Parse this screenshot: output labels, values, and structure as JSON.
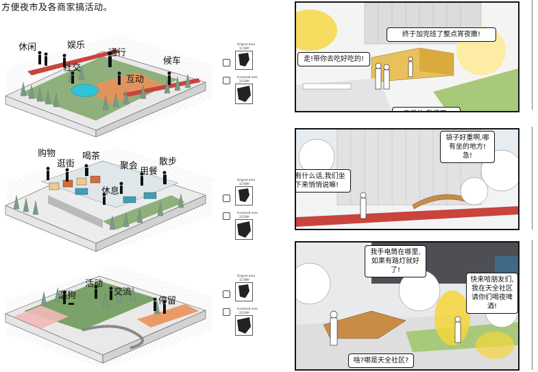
{
  "header": {
    "text": "方便夜市及各商家搞活动。"
  },
  "diagram1": {
    "labels": [
      "休闲",
      "娱乐",
      "社交",
      "通行",
      "互动",
      "候车"
    ]
  },
  "diagram2": {
    "labels": [
      "购物",
      "喝茶",
      "逛街",
      "聚会",
      "用餐",
      "散步",
      "休息"
    ]
  },
  "diagram3": {
    "labels": [
      "活动",
      "遛狗",
      "交流",
      "停留"
    ]
  },
  "legend": {
    "original_caption": "Original area",
    "increased_caption": "Increased area",
    "rows": [
      {
        "original_value": "1176M²",
        "increased_value": "2231M²"
      },
      {
        "original_value": "1176M²",
        "increased_value": "2231M²"
      },
      {
        "original_value": "1176M²",
        "increased_value": "2231M²"
      }
    ]
  },
  "panels": [
    {
      "bubbles": [
        "终于加完班了整点宵夜撒!",
        "走!带你去吃好吃的!",
        "亲爱的,我饿了!"
      ]
    },
    {
      "bubbles": [
        "袋子好重啊,哪有坐的地方!急!",
        "你有什么话,我们坐下来悄悄说嘛!"
      ]
    },
    {
      "bubbles": [
        "我手电筒在哪里,如果有路灯就好了!",
        "快来哈朋友们,我在天全社区请你们喝夜啤酒!",
        "啥?哪是天全社区?"
      ]
    }
  ],
  "colors": {
    "lamp_glow": "#f6d63a",
    "lawn": "#6f9a5a",
    "tree": "#7a9c84",
    "road_red": "#c8443c",
    "orange_floor": "#e9915a",
    "water": "#2fc4d8",
    "wood": "#c98b46"
  }
}
